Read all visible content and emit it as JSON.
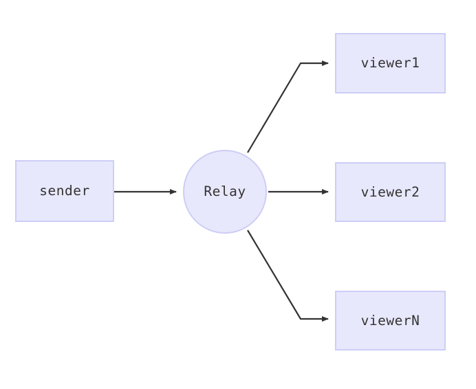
{
  "diagram": {
    "type": "flowchart",
    "direction": "left-to-right",
    "background_color": "#ffffff",
    "node_fill_color": "#e8e8fc",
    "node_border_color": "#cdcdf6",
    "edge_color": "#333333",
    "label_color": "#333333",
    "nodes": [
      {
        "id": "sender",
        "label": "sender",
        "shape": "rectangle"
      },
      {
        "id": "relay",
        "label": "Relay",
        "shape": "circle"
      },
      {
        "id": "viewer1",
        "label": "viewer1",
        "shape": "rectangle"
      },
      {
        "id": "viewer2",
        "label": "viewer2",
        "shape": "rectangle"
      },
      {
        "id": "viewerN",
        "label": "viewerN",
        "shape": "rectangle"
      }
    ],
    "edges": [
      {
        "from": "sender",
        "to": "relay",
        "label": "",
        "arrow": "single"
      },
      {
        "from": "relay",
        "to": "viewer1",
        "label": "",
        "arrow": "single"
      },
      {
        "from": "relay",
        "to": "viewer2",
        "label": "",
        "arrow": "single"
      },
      {
        "from": "relay",
        "to": "viewerN",
        "label": "",
        "arrow": "single"
      }
    ]
  }
}
